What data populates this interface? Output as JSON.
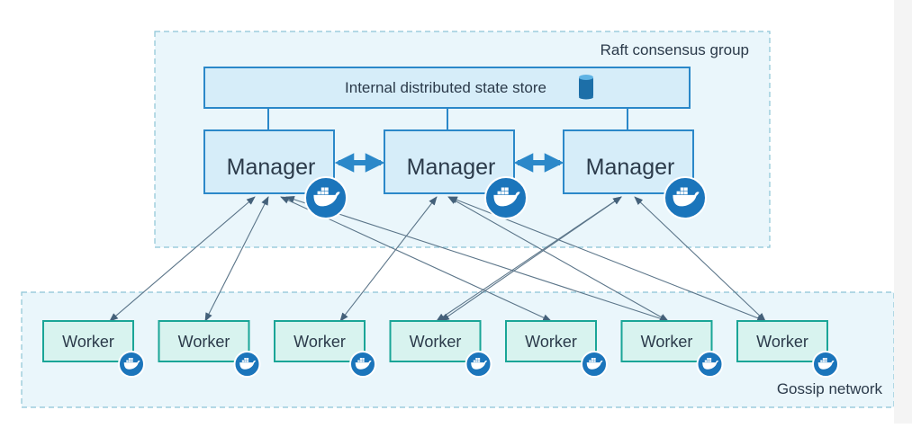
{
  "groups": {
    "raft_label": "Raft consensus group",
    "gossip_label": "Gossip network"
  },
  "store": {
    "label": "Internal distributed state store",
    "icon": "database-icon"
  },
  "managers": [
    {
      "label": "Manager",
      "icon": "docker-whale-icon"
    },
    {
      "label": "Manager",
      "icon": "docker-whale-icon"
    },
    {
      "label": "Manager",
      "icon": "docker-whale-icon"
    }
  ],
  "workers": [
    {
      "label": "Worker",
      "icon": "docker-whale-icon"
    },
    {
      "label": "Worker",
      "icon": "docker-whale-icon"
    },
    {
      "label": "Worker",
      "icon": "docker-whale-icon"
    },
    {
      "label": "Worker",
      "icon": "docker-whale-icon"
    },
    {
      "label": "Worker",
      "icon": "docker-whale-icon"
    },
    {
      "label": "Worker",
      "icon": "docker-whale-icon"
    },
    {
      "label": "Worker",
      "icon": "docker-whale-icon"
    }
  ],
  "connections": [
    {
      "manager": 0,
      "worker": 0
    },
    {
      "manager": 0,
      "worker": 1
    },
    {
      "manager": 0,
      "worker": 4
    },
    {
      "manager": 0,
      "worker": 5
    },
    {
      "manager": 1,
      "worker": 2
    },
    {
      "manager": 1,
      "worker": 6
    },
    {
      "manager": 2,
      "worker": 3
    }
  ],
  "colors": {
    "group_fill": "#eaf6fb",
    "group_border": "#8cc4d6",
    "manager_fill": "#d6edf9",
    "box_border": "#2b88c9",
    "arrow_thick": "#2b88c9",
    "worker_fill": "#d8f3ef",
    "worker_border": "#1aa597",
    "docker_badge": "#1b75bb",
    "thin_arrow": "#5b7589",
    "text": "#2b3a4a"
  }
}
